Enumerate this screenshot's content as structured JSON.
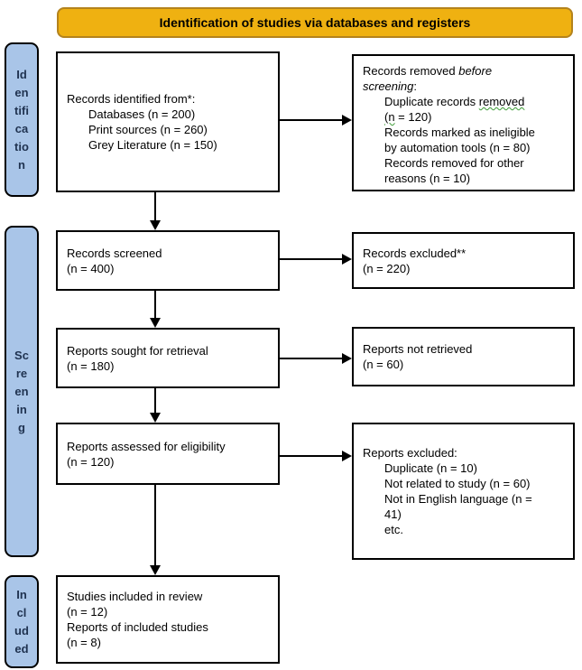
{
  "title": "Identification of studies via databases and registers",
  "colors": {
    "banner_fill": "#EFB111",
    "banner_border": "#B4831D",
    "stage_fill": "#A9C5E8",
    "stage_text": "#1F3250",
    "box_border": "#000000",
    "squiggle_green": "#3C9B35"
  },
  "stages": {
    "identification": "Id\nen\ntifi\nca\ntio\nn",
    "screening": "Sc\nre\nen\nin\ng",
    "included": "In\ncl\nud\ned"
  },
  "flow": {
    "identified": {
      "l1": "Records identified from*:",
      "l2": "Databases (n = 200)",
      "l3": "Print sources (n = 260)",
      "l4": "Grey Literature (n = 150)"
    },
    "screened": {
      "l1": "Records screened",
      "l2": "(n = 400)"
    },
    "sought": {
      "l1": "Reports sought for retrieval",
      "l2": "(n = 180)"
    },
    "assessed": {
      "l1": "Reports assessed for eligibility",
      "l2": "(n = 120)"
    },
    "included": {
      "l1": "Studies included in review",
      "l2": "(n = 12)",
      "l3": "Reports of included studies",
      "l4": "(n = 8)"
    }
  },
  "side": {
    "removed": {
      "l1a": "Records removed ",
      "l1b": "before",
      "l2a": "screening",
      "l2b": ":",
      "l3a": "Duplicate records ",
      "l3b": "removed",
      "l4a": "(n",
      "l4b": " = 120)",
      "l5": "Records marked as ineligible",
      "l6": "by automation tools (n = 80)",
      "l7": "Records removed for other",
      "l8": "reasons (n = 10)"
    },
    "excluded_records": {
      "l1": "Records excluded**",
      "l2": "(n = 220)"
    },
    "not_retrieved": {
      "l1": "Reports not retrieved",
      "l2": "(n = 60)"
    },
    "excluded_reports": {
      "l1": "Reports excluded:",
      "l2": "Duplicate (n = 10)",
      "l3": "Not related to study (n = 60)",
      "l4": "Not in English language (n =",
      "l5": "41)",
      "l6": "etc."
    }
  }
}
